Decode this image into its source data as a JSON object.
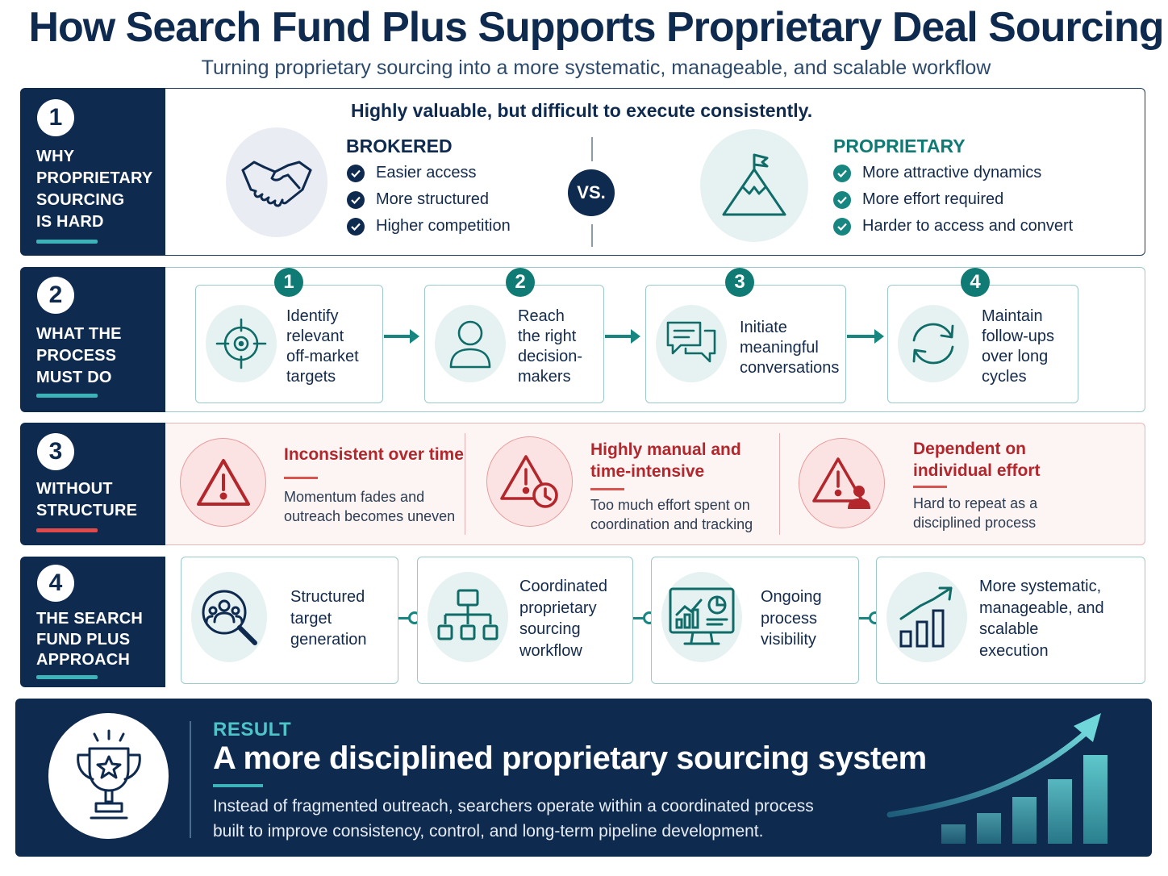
{
  "header": {
    "title": "How Search Fund Plus Supports Proprietary Deal Sourcing",
    "subtitle": "Turning proprietary sourcing into a more systematic, manageable, and scalable workflow"
  },
  "colors": {
    "navy": "#0f2a4f",
    "teal": "#178680",
    "teal_light": "#3bb3b8",
    "red": "#b3262b",
    "red_light": "#fdf2f2"
  },
  "row1": {
    "number": "1",
    "label": [
      "WHY",
      "PROPRIETARY",
      "SOURCING",
      "IS HARD"
    ],
    "headline": "Highly valuable, but difficult to execute consistently.",
    "left": {
      "icon": "handshake-icon",
      "title": "BROKERED",
      "items": [
        "Easier access",
        "More structured",
        "Higher competition"
      ]
    },
    "vs": "VS.",
    "right": {
      "icon": "mountain-flag-icon",
      "title": "PROPRIETARY",
      "items": [
        "More attractive dynamics",
        "More effort required",
        "Harder to access and convert"
      ]
    }
  },
  "row2": {
    "number": "2",
    "label": [
      "WHAT THE",
      "PROCESS",
      "MUST DO"
    ],
    "steps": [
      {
        "num": "1",
        "icon": "target-icon",
        "lines": [
          "Identify",
          "relevant",
          "off-market",
          "targets"
        ]
      },
      {
        "num": "2",
        "icon": "person-icon",
        "lines": [
          "Reach",
          "the right",
          "decision-",
          "makers"
        ]
      },
      {
        "num": "3",
        "icon": "chat-icon",
        "lines": [
          "Initiate",
          "meaningful",
          "conversations"
        ]
      },
      {
        "num": "4",
        "icon": "refresh-icon",
        "lines": [
          "Maintain",
          "follow-ups",
          "over long",
          "cycles"
        ]
      }
    ]
  },
  "row3": {
    "number": "3",
    "label": [
      "WITHOUT",
      "STRUCTURE"
    ],
    "issues": [
      {
        "icon": "warning-icon",
        "title": [
          "Inconsistent over time"
        ],
        "text": [
          "Momentum fades and",
          "outreach becomes uneven"
        ]
      },
      {
        "icon": "warning-clock-icon",
        "title": [
          "Highly manual and",
          "time-intensive"
        ],
        "text": [
          "Too much effort spent on",
          "coordination and tracking"
        ]
      },
      {
        "icon": "warning-person-icon",
        "title": [
          "Dependent on",
          "individual effort"
        ],
        "text": [
          "Hard to repeat as a",
          "disciplined process"
        ]
      }
    ]
  },
  "row4": {
    "number": "4",
    "label": [
      "THE SEARCH",
      "FUND PLUS",
      "APPROACH"
    ],
    "items": [
      {
        "icon": "people-search-icon",
        "lines": [
          "Structured",
          "target",
          "generation"
        ]
      },
      {
        "icon": "org-chart-icon",
        "lines": [
          "Coordinated",
          "proprietary",
          "sourcing",
          "workflow"
        ]
      },
      {
        "icon": "dashboard-monitor-icon",
        "lines": [
          "Ongoing",
          "process",
          "visibility"
        ]
      },
      {
        "icon": "growth-chart-icon",
        "lines": [
          "More systematic,",
          "manageable, and",
          "scalable",
          "execution"
        ]
      }
    ]
  },
  "result": {
    "icon": "trophy-icon",
    "label": "RESULT",
    "title": "A more disciplined proprietary sourcing system",
    "text": [
      "Instead of fragmented outreach, searchers operate within a coordinated process",
      "built to improve consistency, control, and long-term pipeline development."
    ],
    "chart_icon": "rising-bars-arrow-icon"
  }
}
